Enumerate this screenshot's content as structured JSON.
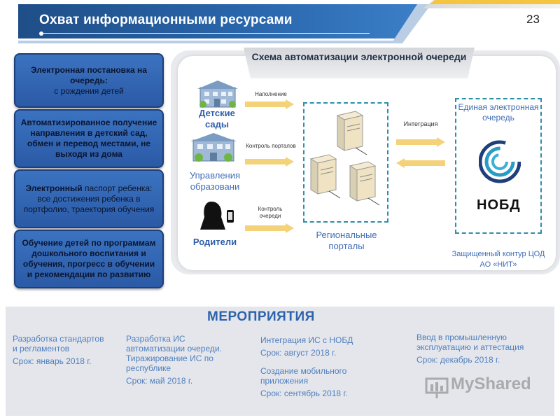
{
  "header": {
    "title": "Охват информационными ресурсами",
    "page_number": "23"
  },
  "left_boxes": [
    {
      "bold": "Электронная постановка на очередь:",
      "normal": "с рождения детей"
    },
    {
      "bold": "Автоматизированное получение направления в детский сад, обмен и перевод местами, не выходя из дома",
      "normal": ""
    },
    {
      "bold": "Электронный",
      "normal": "паспорт ребенка: все достижения ребенка в портфолио, траектория обучения"
    },
    {
      "bold": "Обучение детей по программам дошкольного воспитания и обучения, прогресс в обучении и рекомендации по развитию",
      "normal": ""
    }
  ],
  "schema": {
    "title": "Схема автоматизации электронной очереди",
    "sources": [
      {
        "label": "Детские сады",
        "arrow_label": "Наполнение"
      },
      {
        "label": "Управления образовани",
        "arrow_label": "Контроль порталов"
      },
      {
        "label": "Родители",
        "arrow_label": "Контроль очереди"
      }
    ],
    "portals_label": "Региональные порталы",
    "integration_label": "Интеграция",
    "queue_label": "Единая электронная очередь",
    "nobd_label": "НОБД",
    "secure_label": "Защищенный контур ЦОД АО «НИТ»"
  },
  "events": {
    "title": "МЕРОПРИЯТИЯ",
    "columns": [
      [
        "Разработка стандартов и регламентов",
        "Срок: январь 2018 г."
      ],
      [
        "Разработка ИС автоматизации очереди. Тиражирование ИС по республике",
        "Срок: май 2018 г."
      ],
      [
        "Интеграция ИС с НОБД",
        "Срок: август 2018 г.",
        "Создание мобильного приложения",
        "Срок: сентябрь 2018 г."
      ],
      [
        "Ввод в промышленную эксплуатацию и аттестация",
        "Срок: декабрь 2018 г."
      ]
    ]
  },
  "watermark": "MyShared",
  "colors": {
    "header_blue": "#2a67ad",
    "box_blue": "#3b73c0",
    "label_blue": "#2e5ea8",
    "arrow_yellow": "#f3d27a",
    "dashed_teal": "#2b8fa8"
  }
}
